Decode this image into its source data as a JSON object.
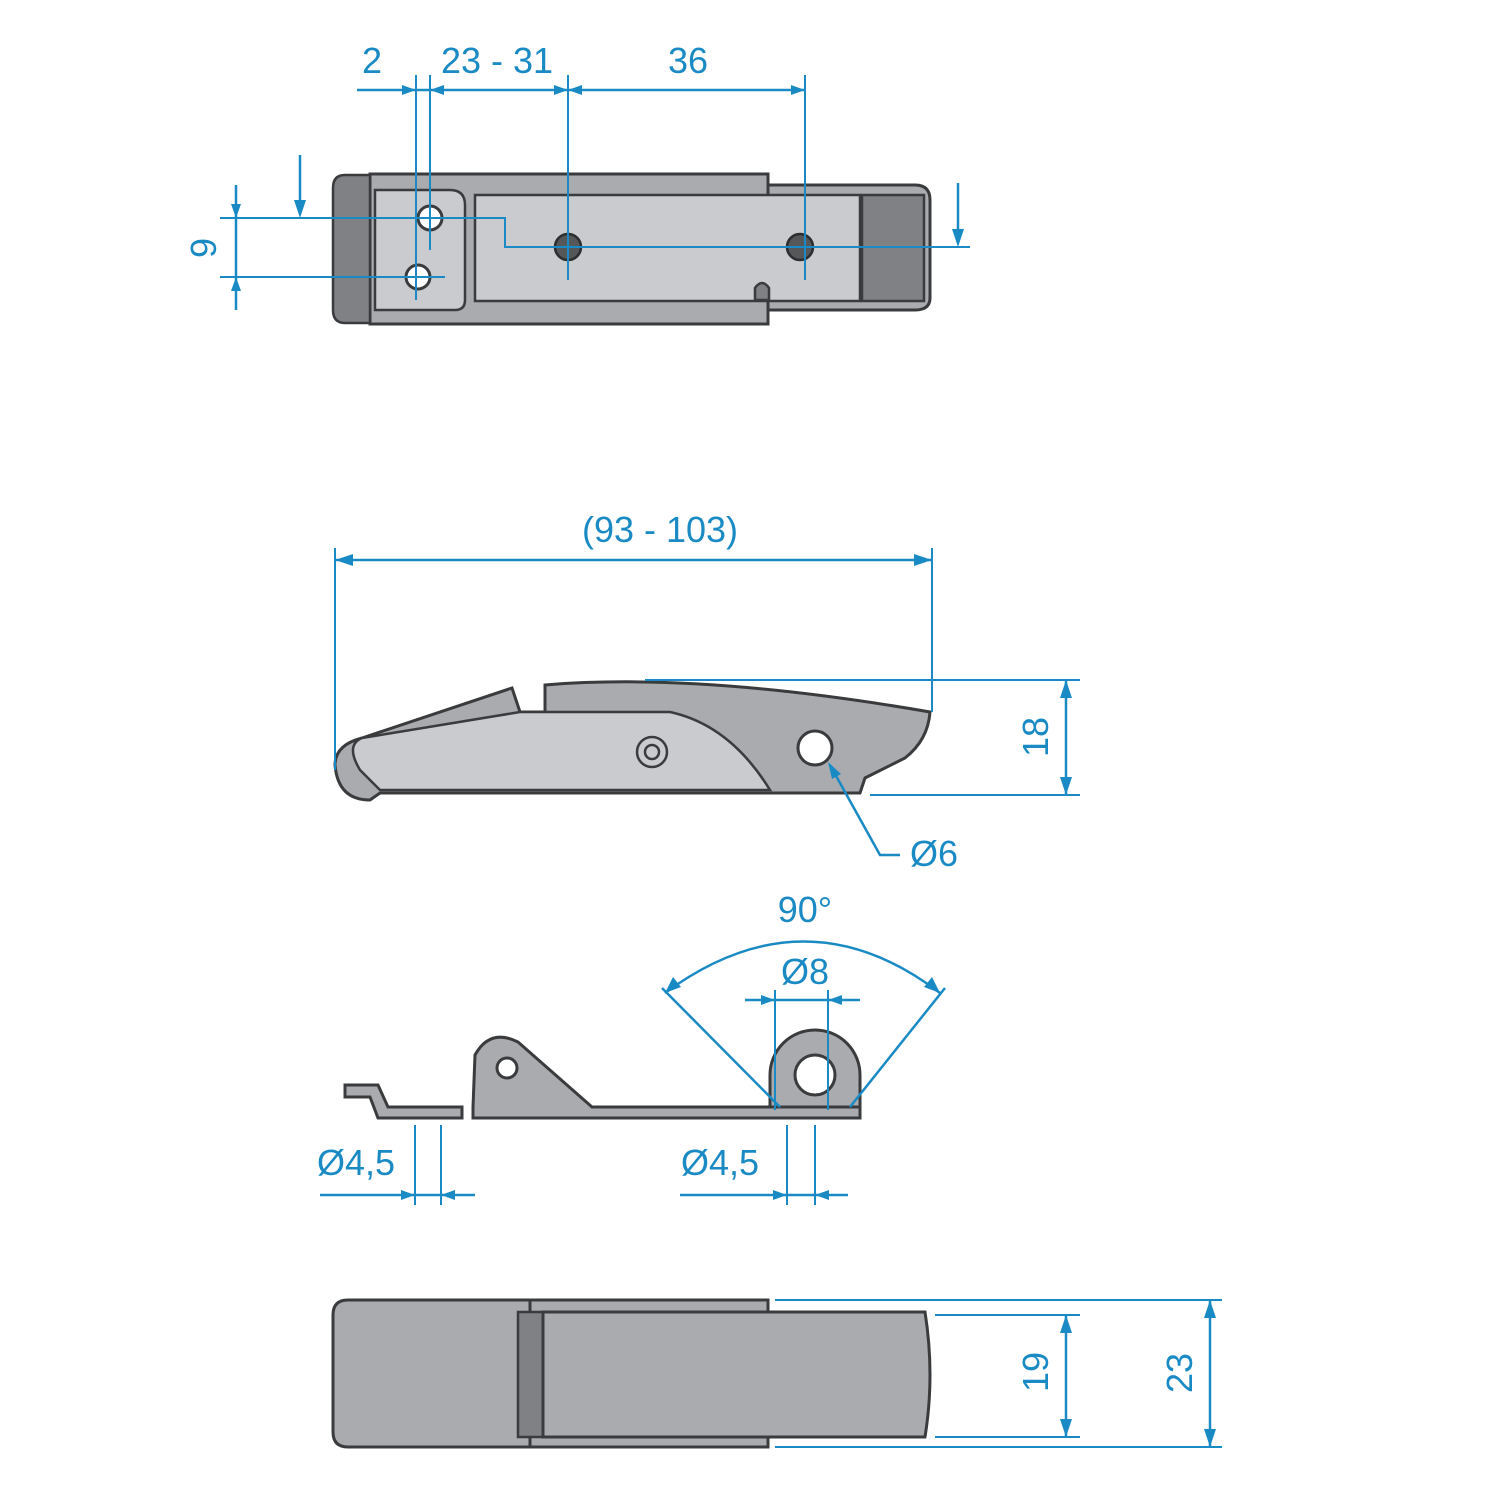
{
  "colors": {
    "dimension": "#1a8ac4",
    "part": "#a9abae",
    "outline": "#3a3b3d"
  },
  "top_view": {
    "dims": {
      "offset": "2",
      "adjust_range": "23 - 31",
      "hole_spacing": "36",
      "vertical_spacing": "9"
    }
  },
  "side_view": {
    "dims": {
      "length": "(93 - 103)",
      "height": "18",
      "hole_diameter": "Ø6"
    }
  },
  "strike_view": {
    "dims": {
      "angle": "90°",
      "eye_diameter": "Ø8",
      "left_hole": "Ø4,5",
      "right_hole": "Ø4,5"
    }
  },
  "bottom_view": {
    "dims": {
      "inner_width": "19",
      "outer_width": "23"
    }
  }
}
